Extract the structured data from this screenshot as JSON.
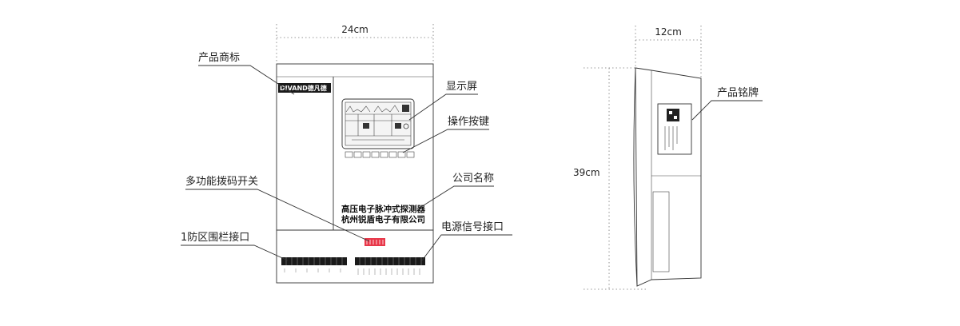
{
  "front_view": {
    "width_label": "24cm",
    "callouts": {
      "brand_mark": "产品商标",
      "display": "显示屏",
      "keys": "操作按键",
      "dip_switch": "多功能拨码开关",
      "company": "公司名称",
      "zone_port": "1防区围栏接口",
      "power_port": "电源信号接口"
    },
    "brand_logo": "DIVAND德凡德",
    "plate_line1": "高压电子脉冲式探测器",
    "plate_line2": "杭州锐盾电子有限公司"
  },
  "side_view": {
    "depth_label": "12cm",
    "height_label": "39cm",
    "callouts": {
      "nameplate": "产品铭牌"
    }
  }
}
